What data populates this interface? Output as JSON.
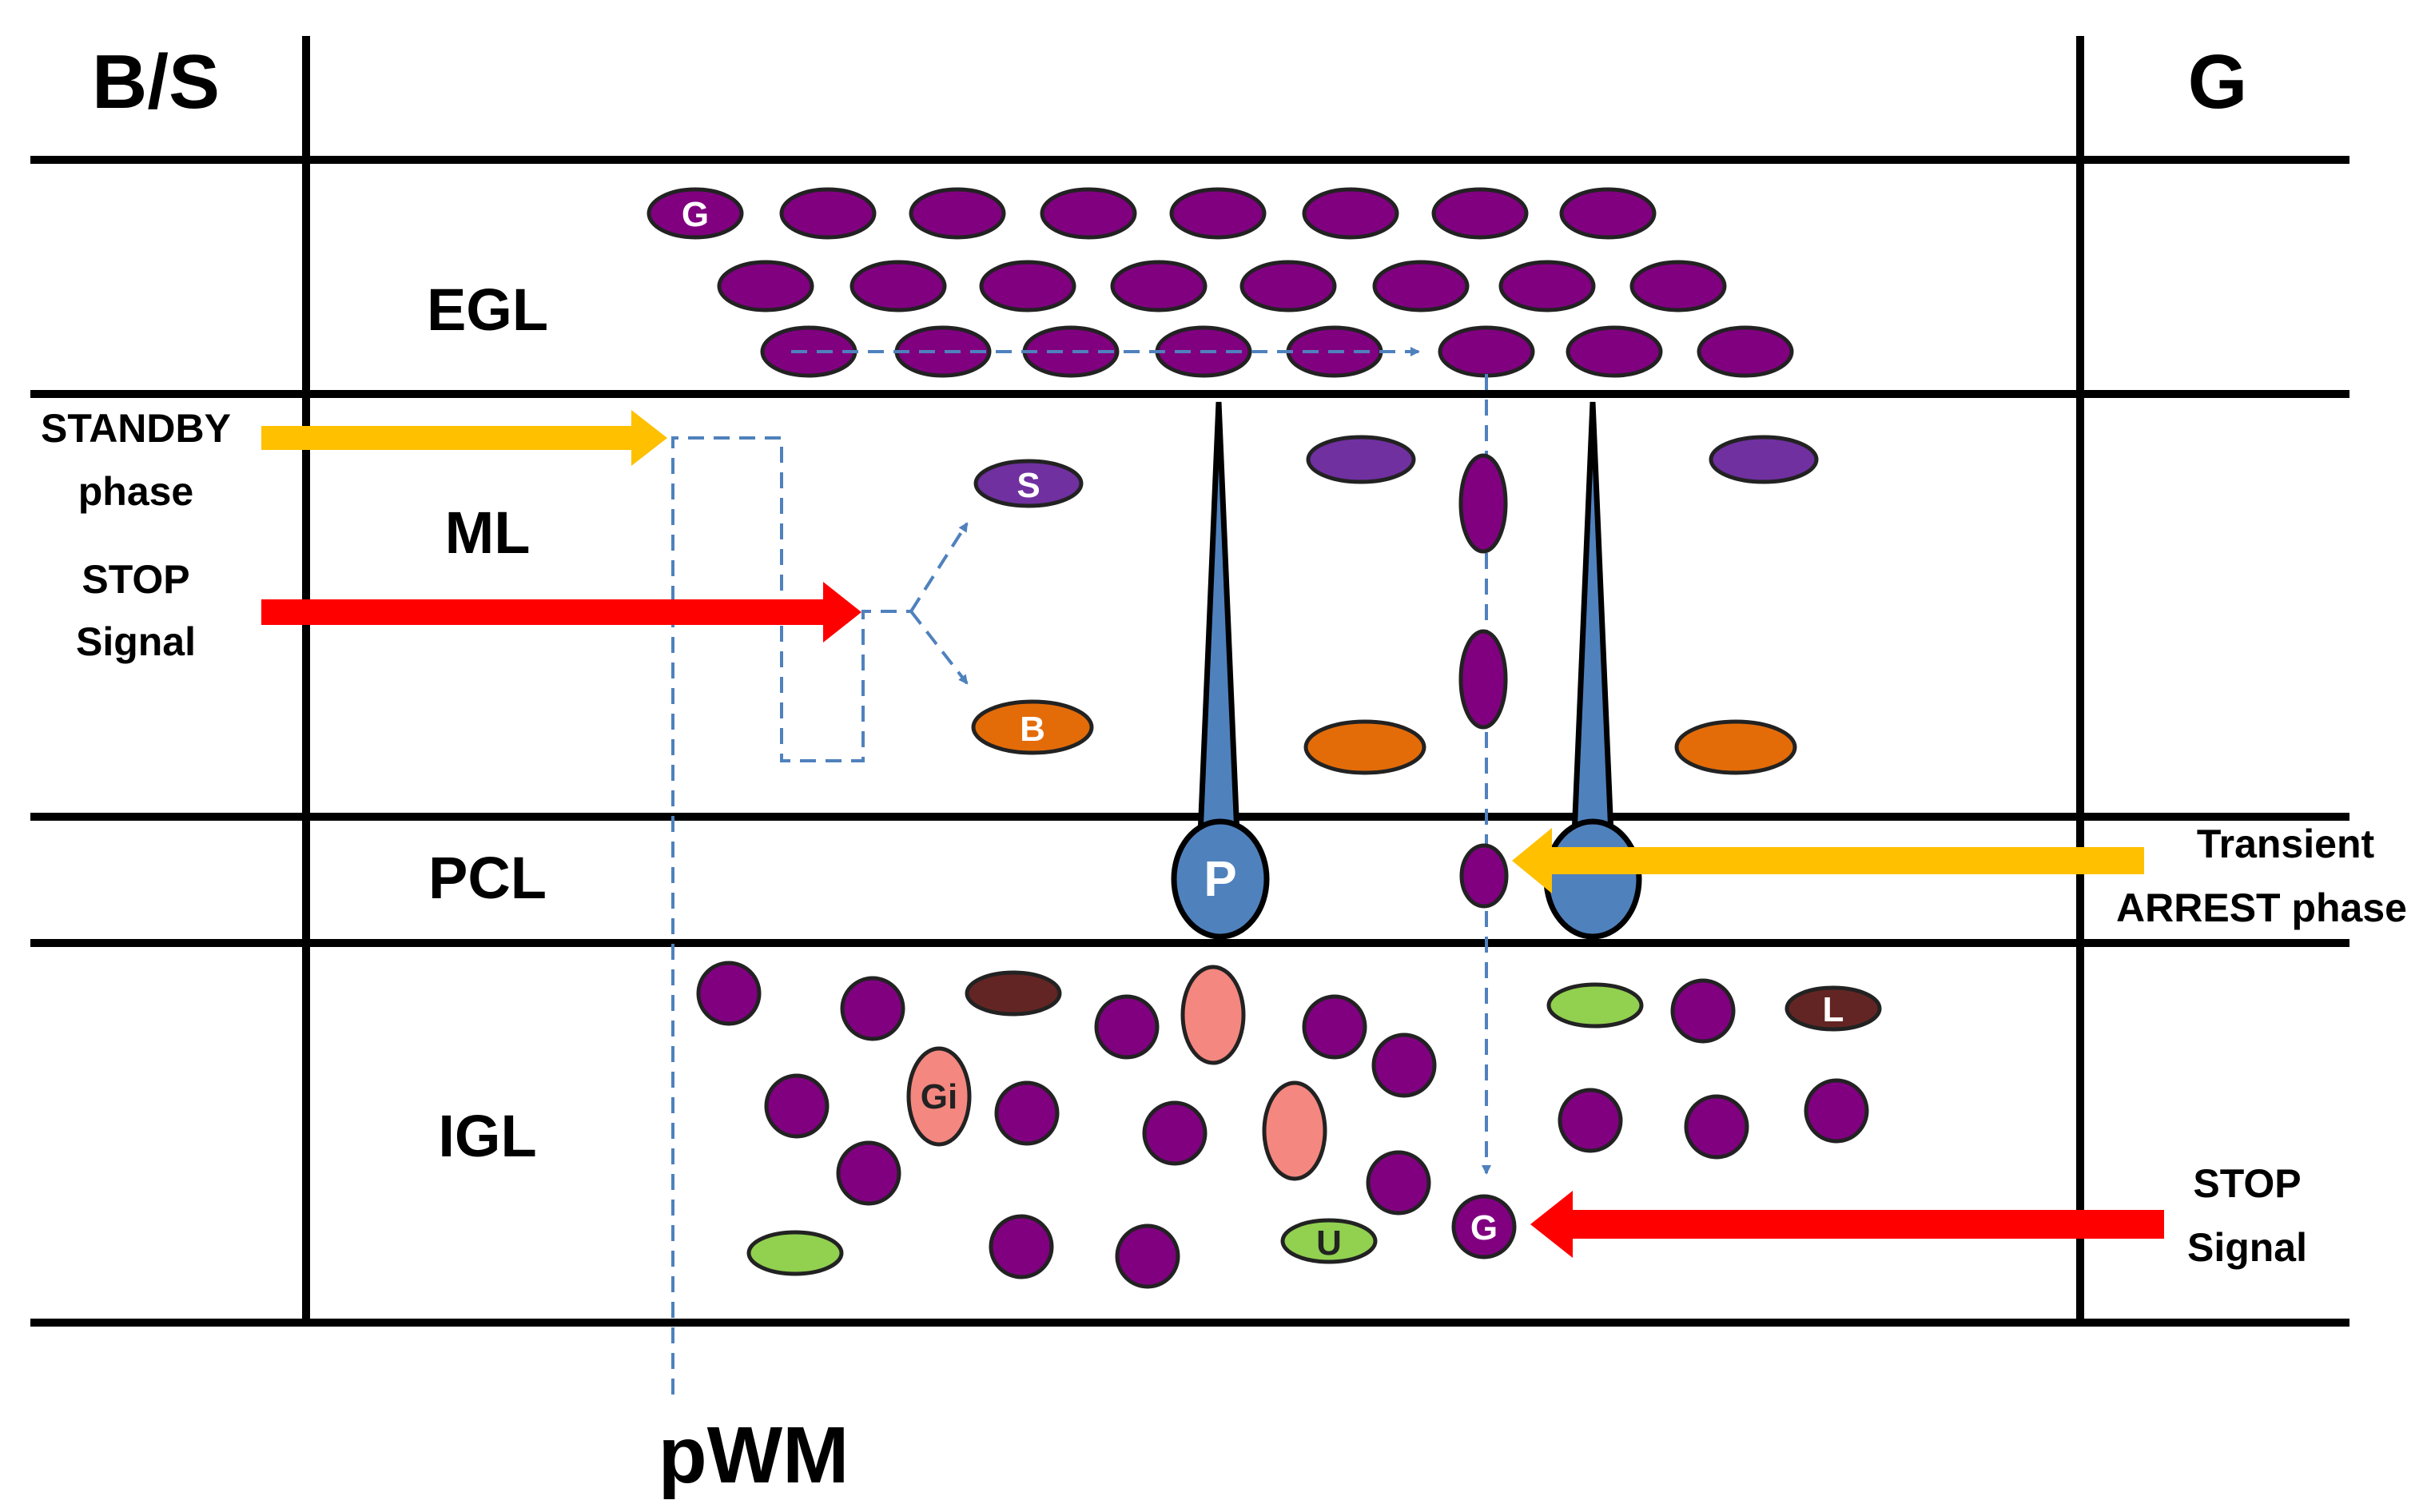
{
  "columns": {
    "left": "B/S",
    "right": "G"
  },
  "layers": [
    "EGL",
    "ML",
    "PCL",
    "IGL"
  ],
  "bottom_label": "pWM",
  "arrows": {
    "standby": {
      "line1": "STANDBY",
      "line2": "phase"
    },
    "stop_left": {
      "line1": "STOP",
      "line2": "Signal"
    },
    "transient": {
      "line1": "Transient",
      "line2": "ARREST phase"
    },
    "stop_right": {
      "line1": "STOP",
      "line2": "Signal"
    }
  },
  "cell_labels": {
    "granule_egl": "G",
    "stellate": "S",
    "basket": "B",
    "purkinje": "P",
    "golgi": "Gi",
    "lugaro": "L",
    "unipolar_brush": "U",
    "granule_igl": "G"
  },
  "colors": {
    "granule": "#800080",
    "interneuron_upper": "#7030a0",
    "basket": "#e36c09",
    "purkinje": "#4f81bd",
    "golgi": "#f4877f",
    "lugaro": "#632523",
    "unipolar_brush": "#92d050",
    "standby_arrow": "#ffc000",
    "stop_arrow": "#ff0000",
    "migration_path": "#4f81bd"
  }
}
